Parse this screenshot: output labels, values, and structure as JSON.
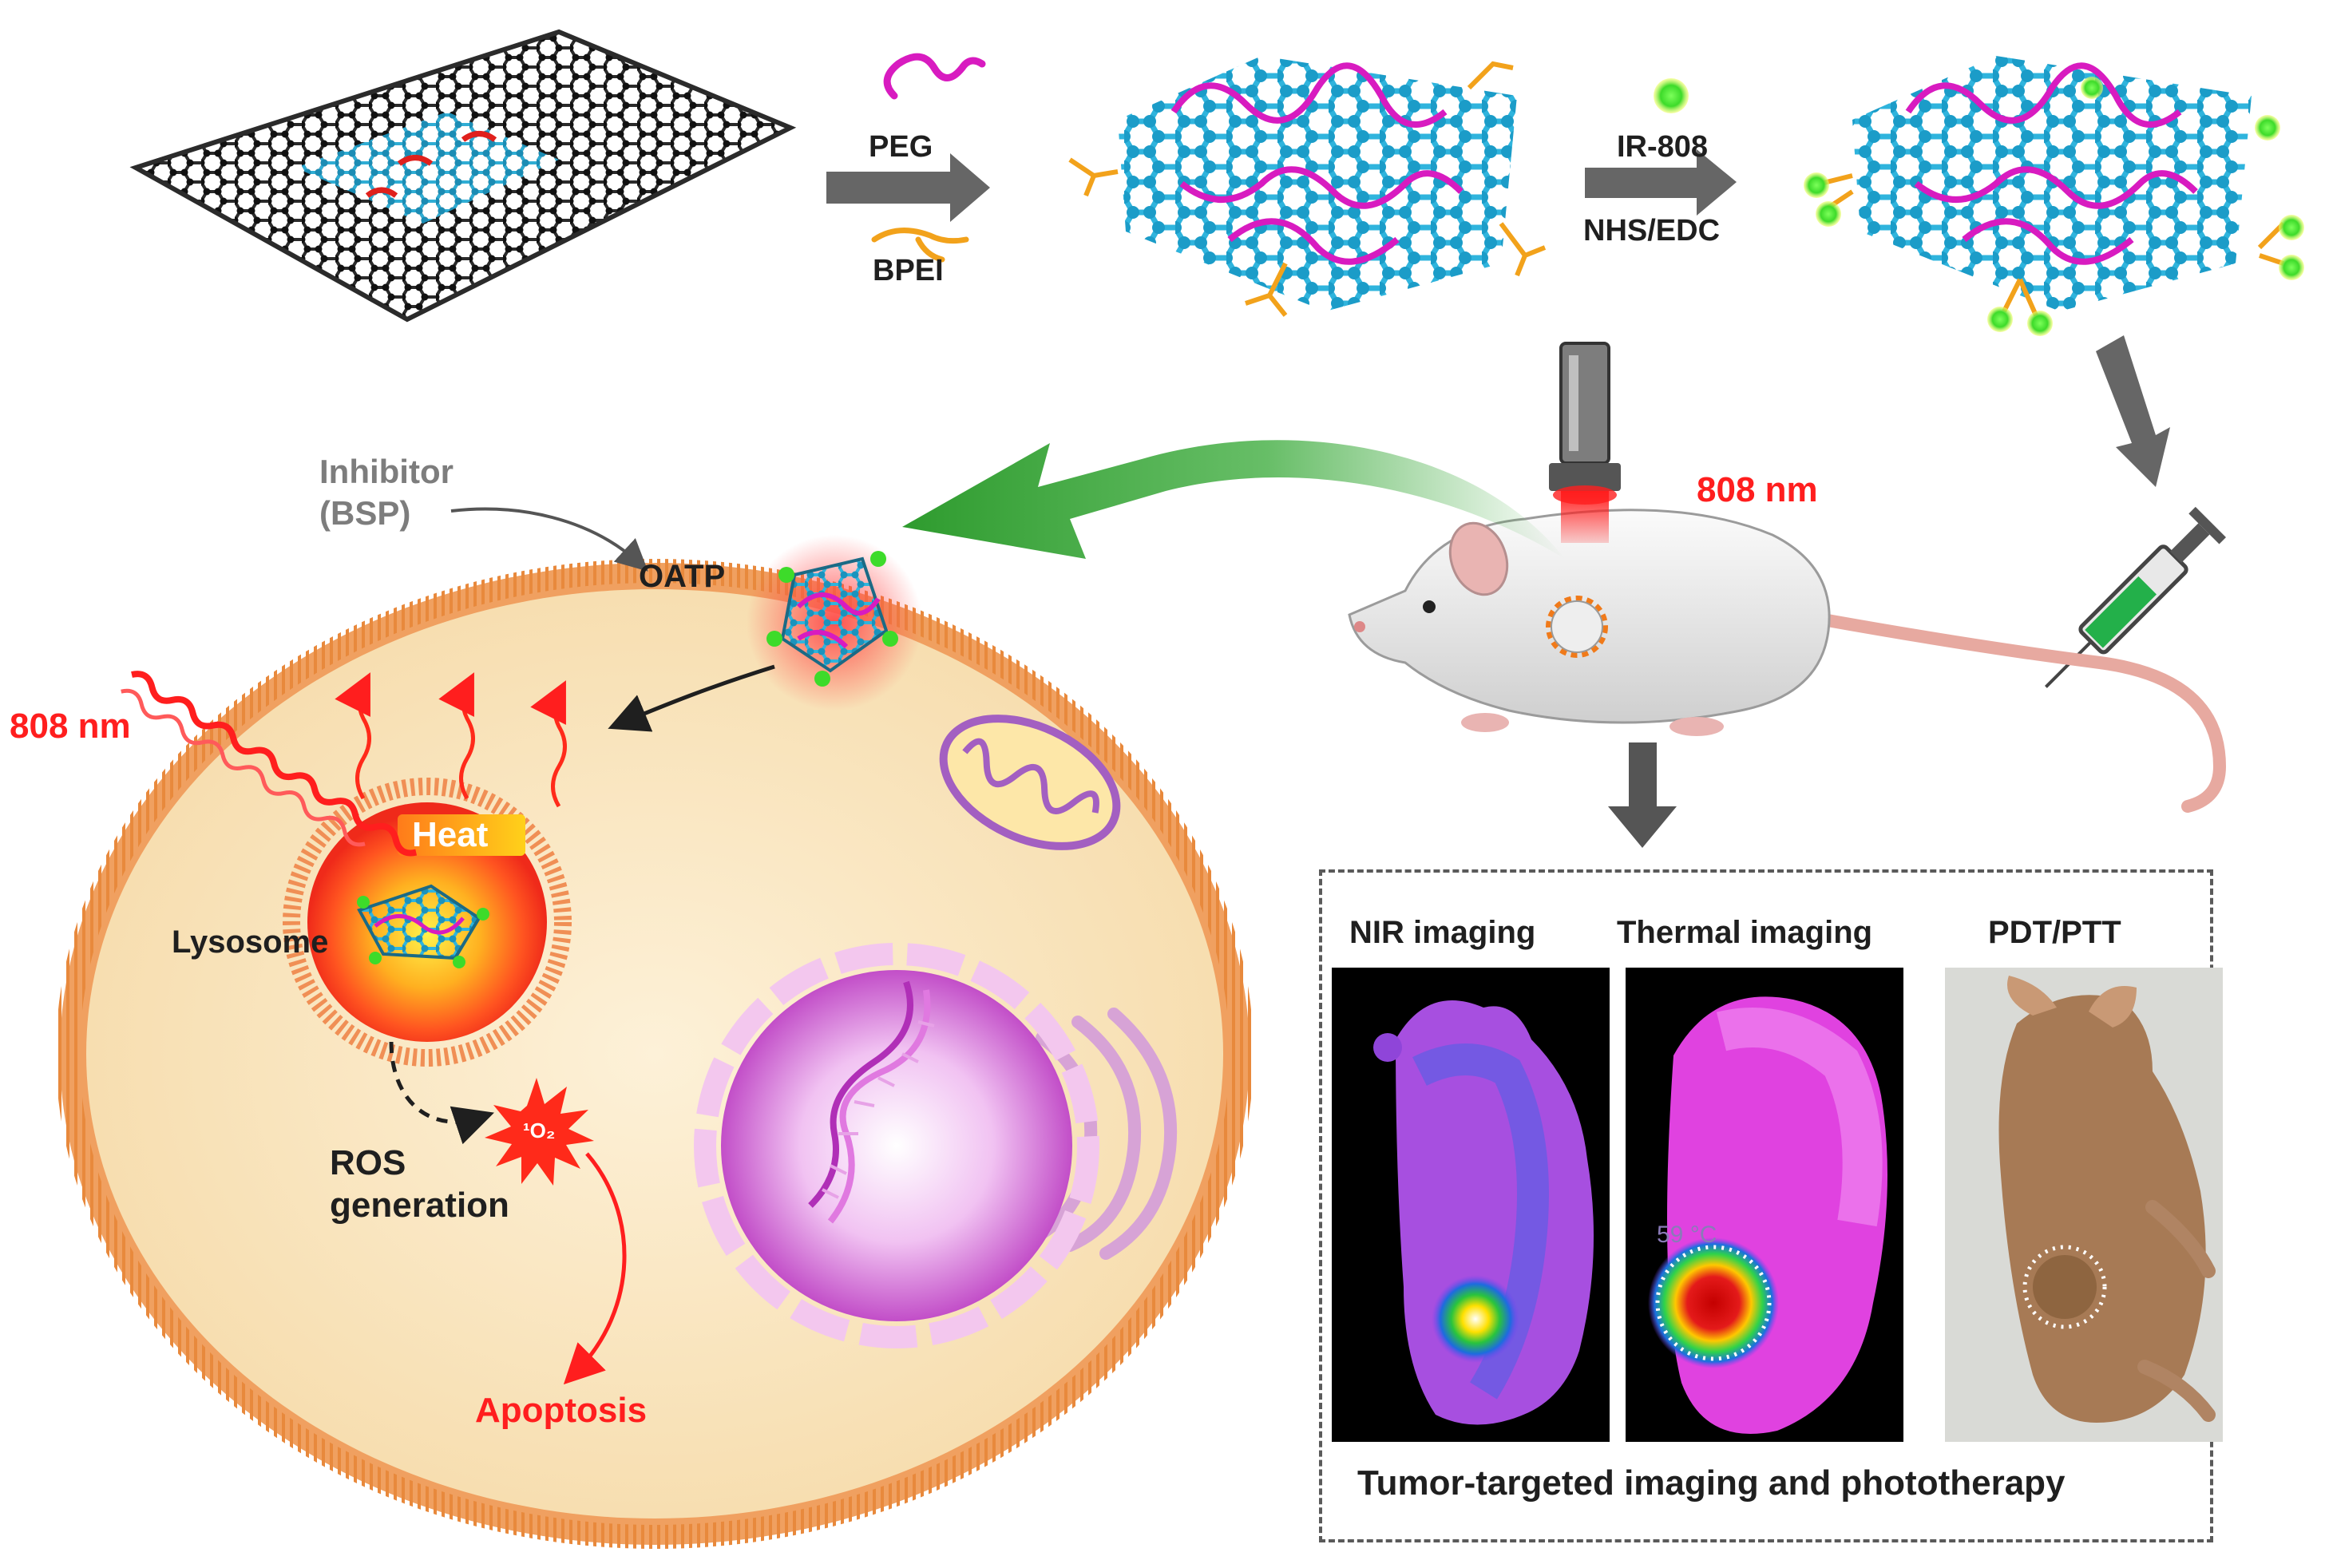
{
  "reaction": {
    "reagent_peg": "PEG",
    "reagent_bpei": "BPEI",
    "reagent_ir808": "IR-808",
    "coupling": "NHS/EDC"
  },
  "mouse": {
    "laser_label": "808 nm"
  },
  "cell": {
    "inhibitor_line1": "Inhibitor",
    "inhibitor_line2": "(BSP)",
    "transporter": "OATP",
    "laser_label": "808 nm",
    "heat": "Heat",
    "lysosome": "Lysosome",
    "ros_line1": "ROS",
    "ros_line2": "generation",
    "apoptosis": "Apoptosis"
  },
  "imaging": {
    "panels": [
      {
        "title": "NIR imaging"
      },
      {
        "title": "Thermal imaging",
        "temperature": "59 °C"
      },
      {
        "title": "PDT/PTT"
      }
    ],
    "caption": "Tumor-targeted imaging and phototherapy"
  },
  "colors": {
    "graphene_dark": "#2b2b2b",
    "graphene_blue": "#2fb4dd",
    "peg_magenta": "#d81bc0",
    "bpei_orange": "#f2a21b",
    "dye_green": "#3ddb2a",
    "arrow_grey": "#666666",
    "laser_red": "#ff1e1e",
    "cell_membrane": "#f0a060",
    "cytoplasm": "#fbe8c6"
  }
}
